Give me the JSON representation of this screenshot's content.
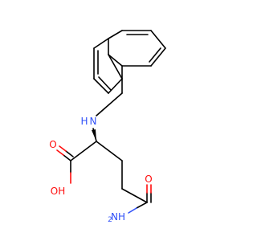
{
  "molecule": {
    "labels": {
      "amine_n": "N",
      "amine_h": "H",
      "carbonyl_o_acid": "O",
      "hydroxyl": "OH",
      "amide_o": "O",
      "amide_n": "NH",
      "amide_h2": "2"
    },
    "colors": {
      "carbon": "#000000",
      "oxygen": "#ff0d0d",
      "nitrogen": "#3050f8",
      "background": "#ffffff"
    }
  }
}
